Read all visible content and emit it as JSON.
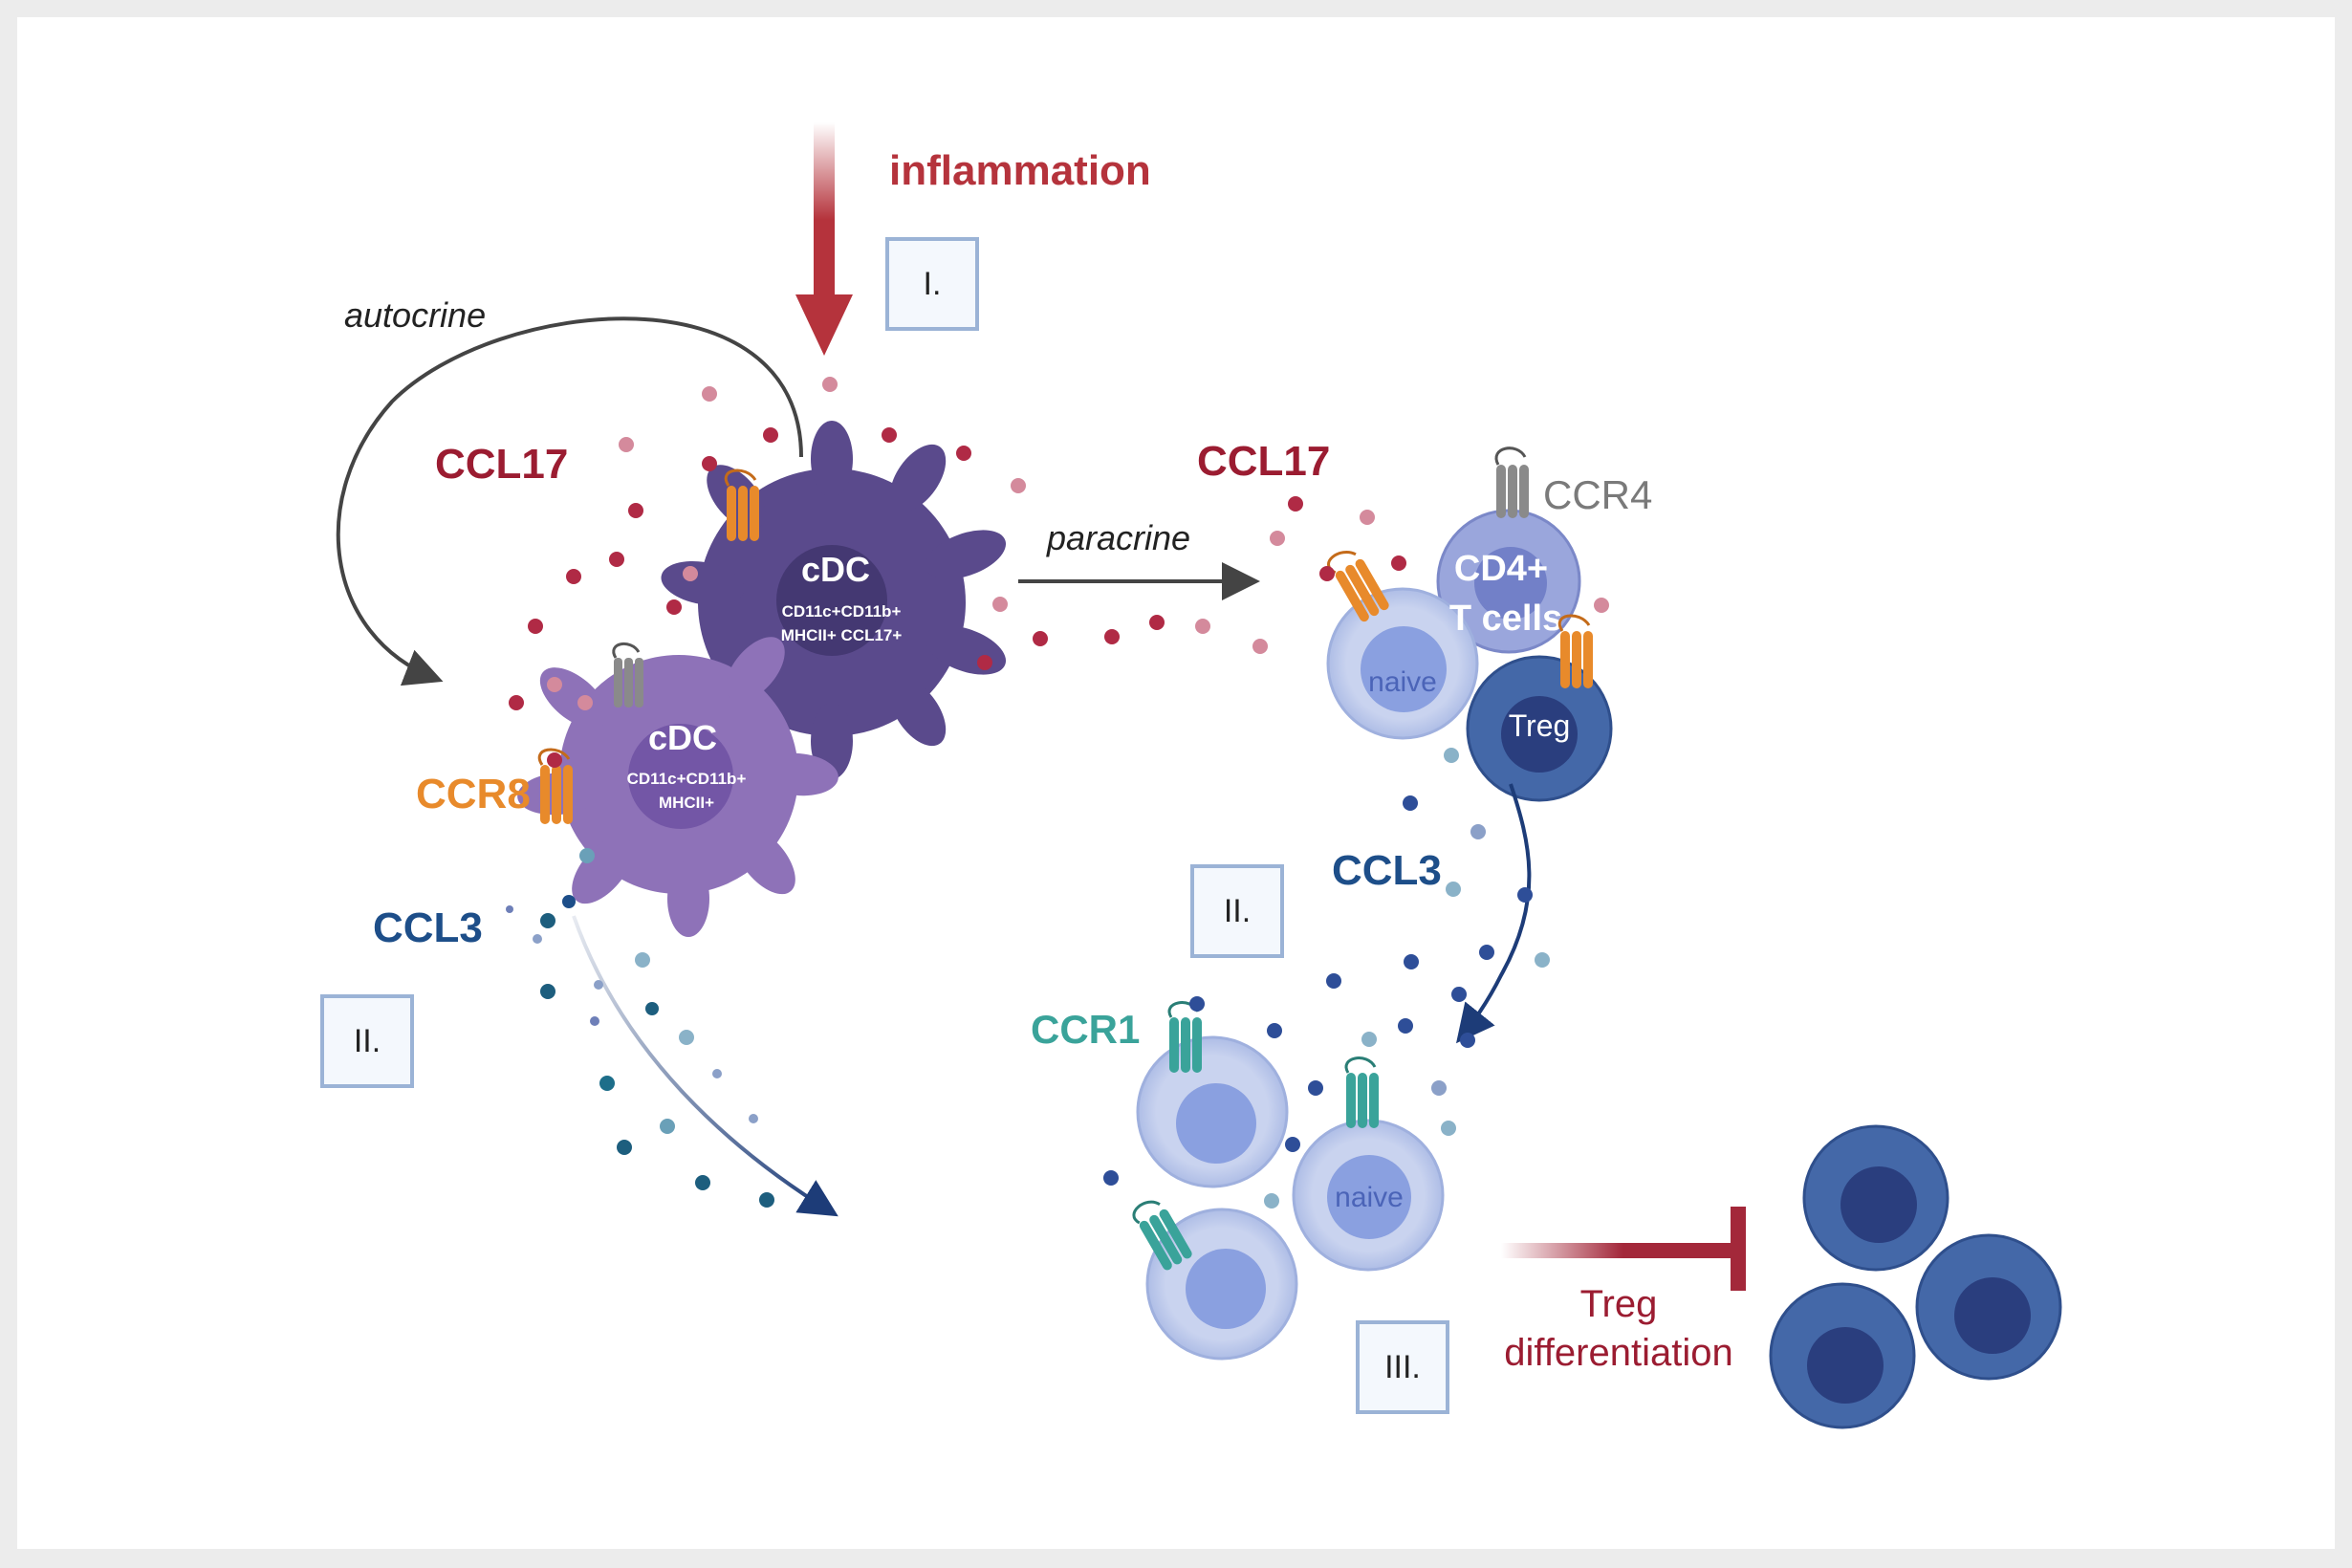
{
  "labels": {
    "inflammation": "inflammation",
    "autocrine": "autocrine",
    "paracrine": "paracrine",
    "ccl17_left": "CCL17",
    "ccl17_right": "CCL17",
    "ccr4": "CCR4",
    "ccr8": "CCR8",
    "ccl3_left": "CCL3",
    "ccl3_right": "CCL3",
    "ccr1": "CCR1",
    "treg_diff_line1": "Treg",
    "treg_diff_line2": "differentiation"
  },
  "cells": {
    "cdc_top": {
      "title": "cDC",
      "line1": "CD11c+CD11b+",
      "line2": "MHCII+ CCL17+"
    },
    "cdc_bottom": {
      "title": "cDC",
      "line1": "CD11c+CD11b+",
      "line2": "MHCII+"
    },
    "cd4_line1": "CD4+",
    "cd4_line2": "T cells",
    "naive_top": "naive",
    "treg": "Treg",
    "naive_bottom": "naive"
  },
  "steps": {
    "step1": "I.",
    "step2_left": "II.",
    "step2_right": "II.",
    "step3": "III."
  },
  "colors": {
    "ccl17": "#9b1c31",
    "inflammation": "#b5333c",
    "ccr8": "#e88a2b",
    "ccl3": "#1d4e89",
    "ccr1": "#3aa39a",
    "ccr4": "#7a7a7a",
    "cdc_dark": "#5a4a8c",
    "cdc_light": "#8e72b8"
  }
}
